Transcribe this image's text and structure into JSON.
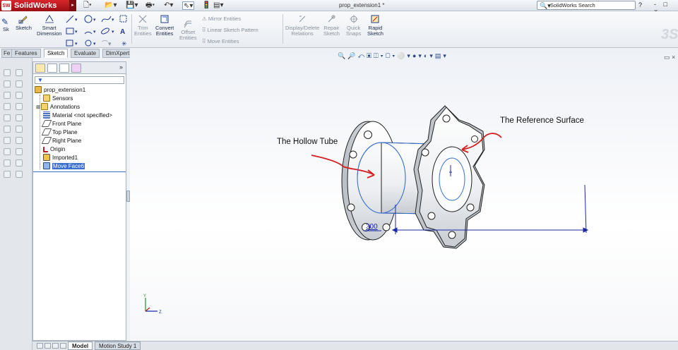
{
  "app": {
    "brand": "SolidWorks",
    "logo_mark": "SW",
    "document_title": "prop_extension1 *"
  },
  "title_bar": {
    "search_placeholder": "SolidWorks Search",
    "help_label": "?",
    "window_controls": "- □ ×"
  },
  "ribbon": {
    "sketch": "Sketch",
    "smart_dimension_line1": "Smart",
    "smart_dimension_line2": "Dimension",
    "trim_line1": "Trim",
    "trim_line2": "Entities",
    "convert_line1": "Convert",
    "convert_line2": "Entities",
    "offset_line1": "Offset",
    "offset_line2": "Entities",
    "mirror": "Mirror Entities",
    "linear_pattern": "Linear Sketch Pattern",
    "move": "Move Entities",
    "display_delete_line1": "Display/Delete",
    "display_delete_line2": "Relations",
    "repair_line1": "Repair",
    "repair_line2": "Sketch",
    "quick_snaps_line1": "Quick",
    "quick_snaps_line2": "Snaps",
    "rapid_line1": "Rapid",
    "rapid_line2": "Sketch",
    "left_stub": "Sk"
  },
  "command_tabs": [
    "Features",
    "Sketch",
    "Evaluate",
    "DimXpert"
  ],
  "command_tabs_stub": "Fe",
  "feature_tree": {
    "more": "»",
    "items": [
      {
        "label": "prop_extension1",
        "icon": "part-icon"
      },
      {
        "label": "Sensors",
        "icon": "sensors-icon"
      },
      {
        "label": "Annotations",
        "icon": "annotations-icon"
      },
      {
        "label": "Material <not specified>",
        "icon": "material-icon"
      },
      {
        "label": "Front Plane",
        "icon": "plane-icon"
      },
      {
        "label": "Top Plane",
        "icon": "plane-icon"
      },
      {
        "label": "Right Plane",
        "icon": "plane-icon"
      },
      {
        "label": "Origin",
        "icon": "origin-icon"
      },
      {
        "label": "Imported1",
        "icon": "imported-body-icon"
      },
      {
        "label": "Move Face6",
        "icon": "move-face-icon"
      }
    ]
  },
  "bottom_tabs": [
    "Model",
    "Motion Study 1"
  ],
  "graphics": {
    "annotation_tube": "The Hollow Tube",
    "annotation_surface": "The Reference Surface",
    "dimension_value": "300",
    "axis_y": "Y",
    "axis_z": "Z"
  },
  "colors": {
    "brand_red": "#c0181e",
    "selection_blue": "#3a6fd0",
    "annotation_red": "#d42020",
    "sketch_blue": "#1a2aa8"
  }
}
